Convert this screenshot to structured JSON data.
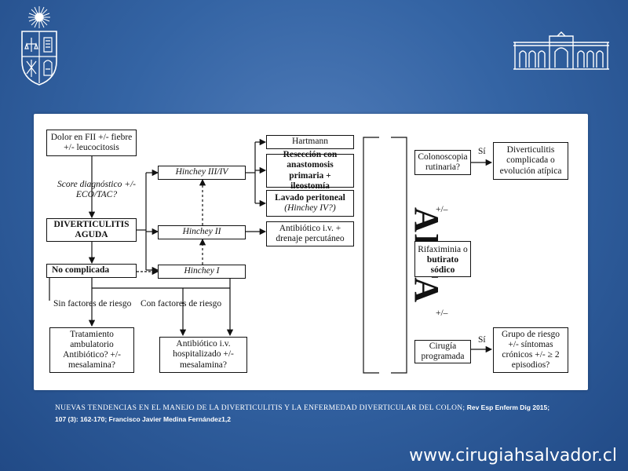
{
  "diagram": {
    "dolor": "Dolor en FII +/- fiebre +/- leucocitosis",
    "score": "Score diagnóstico +/- ECO/TAC?",
    "diverticulitis": "DIVERTICULITIS AGUDA",
    "no_complicada": "No complicada",
    "hinchey_34": "Hinchey III/IV",
    "hinchey_2": "Hinchey II",
    "hinchey_1": "Hinchey I",
    "hartmann": "Hartmann",
    "reseccion": "Resección con anastomosis primaria + ileostomía",
    "lavado_title": "Lavado peritoneal",
    "lavado_sub": "(Hinchey IV?)",
    "antibiotico_drenaje": "Antibiótico i.v. + drenaje percutáneo",
    "sin_factores": "Sin factores de riesgo",
    "con_factores": "Con factores de riesgo",
    "tratamiento": "Tratamiento ambulatorio Antibiótico? +/- mesalamina?",
    "antibiotico_hosp": "Antibiótico i.v. hospitalizado +/- mesalamina?",
    "alta": "ALTA",
    "colonoscopia": "Colonoscopia rutinaria?",
    "si_1": "Sí",
    "div_complicada": "Diverticulitis complicada o evolución atípica",
    "plusminus_1": "+/–",
    "rifax_prefix": "Rifaximinia o ",
    "rifax_bold": "butirato sódico",
    "plusminus_2": "+/–",
    "cirugia": "Cirugía programada",
    "si_2": "Sí",
    "grupo_riesgo": "Grupo de riesgo +/- síntomas crónicos +/- ≥ 2 episodios?"
  },
  "caption": {
    "title": "NUEVAS TENDENCIAS EN EL MANEJO DE LA DIVERTICULITIS Y LA ENFERMEDAD DIVERTICULAR DEL COLON;",
    "journal": "Rev Esp Enferm Dig",
    "citation": "2015; 107 (3): 162-170; Francisco Javier Medina Fernández1,2"
  },
  "website": "www.cirugiahsalvador.cl",
  "colors": {
    "background": "#3464a4",
    "panel": "#ffffff",
    "ink": "#111111",
    "logo": "#ffffff"
  },
  "icons": [
    "university-crest-logo",
    "hospital-building-logo"
  ]
}
